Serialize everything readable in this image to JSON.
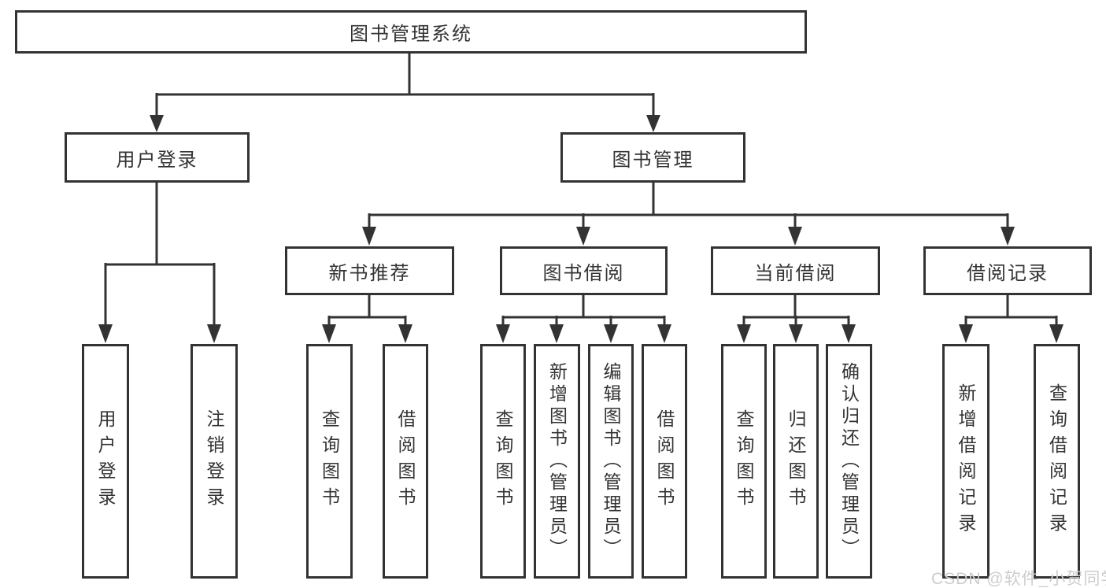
{
  "diagram": {
    "root": {
      "label": "图书管理系统"
    },
    "level2": [
      {
        "label": "用户登录"
      },
      {
        "label": "图书管理"
      }
    ],
    "level3": [
      {
        "label": "新书推荐"
      },
      {
        "label": "图书借阅"
      },
      {
        "label": "当前借阅"
      },
      {
        "label": "借阅记录"
      }
    ],
    "leaves": [
      {
        "label": "用户登录",
        "parent": "用户登录"
      },
      {
        "label": "注销登录",
        "parent": "用户登录"
      },
      {
        "label": "查询图书",
        "parent": "新书推荐"
      },
      {
        "label": "借阅图书",
        "parent": "新书推荐"
      },
      {
        "label": "查询图书",
        "parent": "图书借阅"
      },
      {
        "label": "新增图书（管理员）",
        "parent": "图书借阅"
      },
      {
        "label": "编辑图书（管理员）",
        "parent": "图书借阅"
      },
      {
        "label": "借阅图书",
        "parent": "图书借阅"
      },
      {
        "label": "查询图书",
        "parent": "当前借阅"
      },
      {
        "label": "归还图书",
        "parent": "当前借阅"
      },
      {
        "label": "确认归还（管理员）",
        "parent": "当前借阅"
      },
      {
        "label": "新增借阅记录",
        "parent": "借阅记录"
      },
      {
        "label": "查询借阅记录",
        "parent": "借阅记录"
      }
    ]
  },
  "watermark": {
    "text": "CSDN @软件_小贺同学"
  },
  "colors": {
    "line": "#333333",
    "box_border": "#333333",
    "text": "#333333",
    "background": "#ffffff",
    "watermark": "#cdcdcd"
  }
}
